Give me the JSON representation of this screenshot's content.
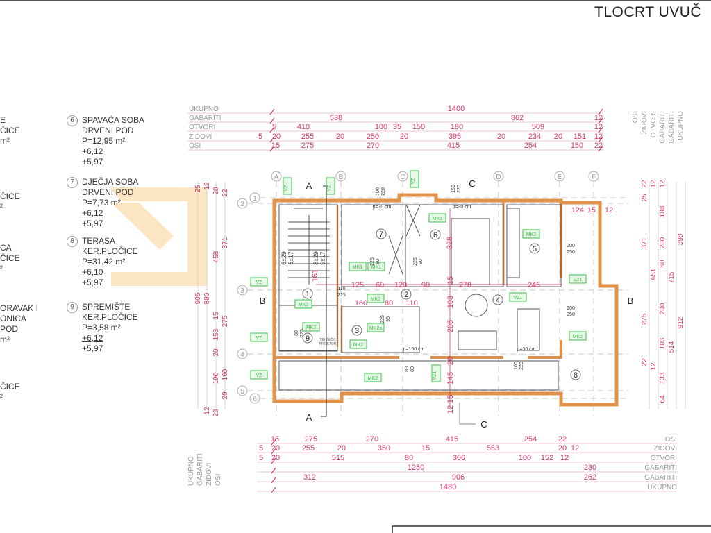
{
  "title": "TLOCRT UVUČ",
  "legend_partial": [
    {
      "lines": [
        "E",
        "ČICE",
        "m²"
      ]
    },
    {
      "lines": [
        "ČICE",
        "²"
      ]
    },
    {
      "lines": [
        "CA",
        "ČICE",
        "²"
      ]
    },
    {
      "lines": [
        "ORAVAK I",
        "ONICA",
        "POD",
        "m²"
      ]
    },
    {
      "lines": [
        "ČICE",
        "²"
      ]
    }
  ],
  "legend": [
    {
      "num": "6",
      "name": "SPAVAĆA SOBA",
      "floor": "DRVENI POD",
      "area": "P=12,95 m²",
      "level_top": "+6,12",
      "level_bottom": "+5,97"
    },
    {
      "num": "7",
      "name": "DJEČJA SOBA",
      "floor": "DRVENI POD",
      "area": "P=7,73 m²",
      "level_top": "+6,12",
      "level_bottom": "+5,97"
    },
    {
      "num": "8",
      "name": "TERASA",
      "floor": "KER.PLOČICE",
      "area": "P=31,42 m²",
      "level_top": "+6,10",
      "level_bottom": "+5,97"
    },
    {
      "num": "9",
      "name": "SPREMIŠTE",
      "floor": "KER.PLOČICE",
      "area": "P=3,58 m²",
      "level_top": "+6,12",
      "level_bottom": "+5,97"
    }
  ],
  "dims_top": [
    {
      "label": "UKUPNO",
      "values": [
        "1400"
      ]
    },
    {
      "label": "GABARITI",
      "values": [
        "538",
        "862",
        "12"
      ]
    },
    {
      "label": "OTVORI",
      "values": [
        "5",
        "410",
        "100",
        "35",
        "150",
        "180",
        "509",
        "12"
      ]
    },
    {
      "label": "ZIDOVI",
      "values": [
        "5",
        "20",
        "255",
        "20",
        "250",
        "20",
        "395",
        "20",
        "234",
        "20",
        "151",
        "12"
      ]
    },
    {
      "label": "OSI",
      "values": [
        "15",
        "275",
        "270",
        "415",
        "254",
        "150",
        "22"
      ]
    }
  ],
  "dims_top_right_labels": [
    "OSI",
    "ZIDOVI",
    "OTVORI",
    "GABARITI",
    "GABARITI",
    "UKUPNO"
  ],
  "dims_bottom": [
    {
      "label": "OSI",
      "values": [
        "15",
        "275",
        "270",
        "415",
        "254",
        "22"
      ]
    },
    {
      "label": "ZIDOVI",
      "values": [
        "5",
        "20",
        "255",
        "20",
        "350",
        "15",
        "553",
        "20",
        "12"
      ]
    },
    {
      "label": "OTVORI",
      "values": [
        "5",
        "20",
        "515",
        "80",
        "366",
        "100",
        "152",
        "12"
      ]
    },
    {
      "label": "GABARITI",
      "values": [
        "1250",
        "230"
      ]
    },
    {
      "label": "GABARITI",
      "values": [
        "312",
        "906",
        "262"
      ]
    },
    {
      "label": "UKUPNO",
      "values": [
        "1480"
      ]
    }
  ],
  "dims_bottom_left_labels": [
    "UKUPNO",
    "GABARITI",
    "ZIDOVI",
    "OSI"
  ],
  "dims_left": [
    "905",
    "880",
    "458",
    "371",
    "153",
    "20",
    "190",
    "15",
    "275",
    "160",
    "29",
    "25",
    "12",
    "20",
    "22",
    "12",
    "23"
  ],
  "dims_right": [
    "22",
    "12",
    "12",
    "25",
    "108",
    "371",
    "200",
    "398",
    "651",
    "60",
    "715",
    "275",
    "200",
    "912",
    "103",
    "514",
    "22",
    "12",
    "133",
    "64"
  ],
  "inner_dims": [
    "124",
    "15",
    "12",
    "161",
    "125",
    "60",
    "120",
    "90",
    "278",
    "245",
    "103",
    "15",
    "328",
    "160",
    "80",
    "110",
    "205",
    "20",
    "145",
    "15",
    "12"
  ],
  "axes_cols": [
    "A",
    "B",
    "C",
    "D",
    "E",
    "F"
  ],
  "axes_rows": [
    "1",
    "2",
    "3",
    "4",
    "5",
    "6"
  ],
  "sections": {
    "a_top": "A",
    "a_bottom": "A",
    "b_left": "B",
    "b_right": "B",
    "c_top": "C",
    "c_bottom": "C"
  },
  "rooms": [
    "7",
    "6",
    "5",
    "1",
    "2",
    "4",
    "3",
    "9",
    "8"
  ],
  "openings": [
    "p=30 cm",
    "p=30 cm",
    "p=150 cm",
    "p=30 cm",
    "100\n220",
    "150\n220",
    "200\n250",
    "200\n250",
    "110\n225",
    "225\n90",
    "225\n90",
    "80\n225",
    "225\n90",
    "80\n80",
    "100\n220"
  ],
  "tags": [
    "VZ",
    "VZ",
    "VZ",
    "MK1",
    "MK1",
    "MK1",
    "MK2",
    "MK2",
    "MK2",
    "MK2",
    "MK2",
    "MK2a",
    "MK2",
    "VZ1",
    "VZ1",
    "VZ",
    "VZ",
    "VZ",
    "MK2",
    "VZ1"
  ],
  "stair_labels": [
    "6x29",
    "5x17",
    "8x29",
    "9x17"
  ],
  "storage_note": "TEHNIČKI\nPROSTOR",
  "colors": {
    "wall": "#e0914a",
    "dim": "#d2386a",
    "tag": "#3cc04a",
    "grid": "#b8b8b8",
    "watermark": "#f9c77a"
  }
}
